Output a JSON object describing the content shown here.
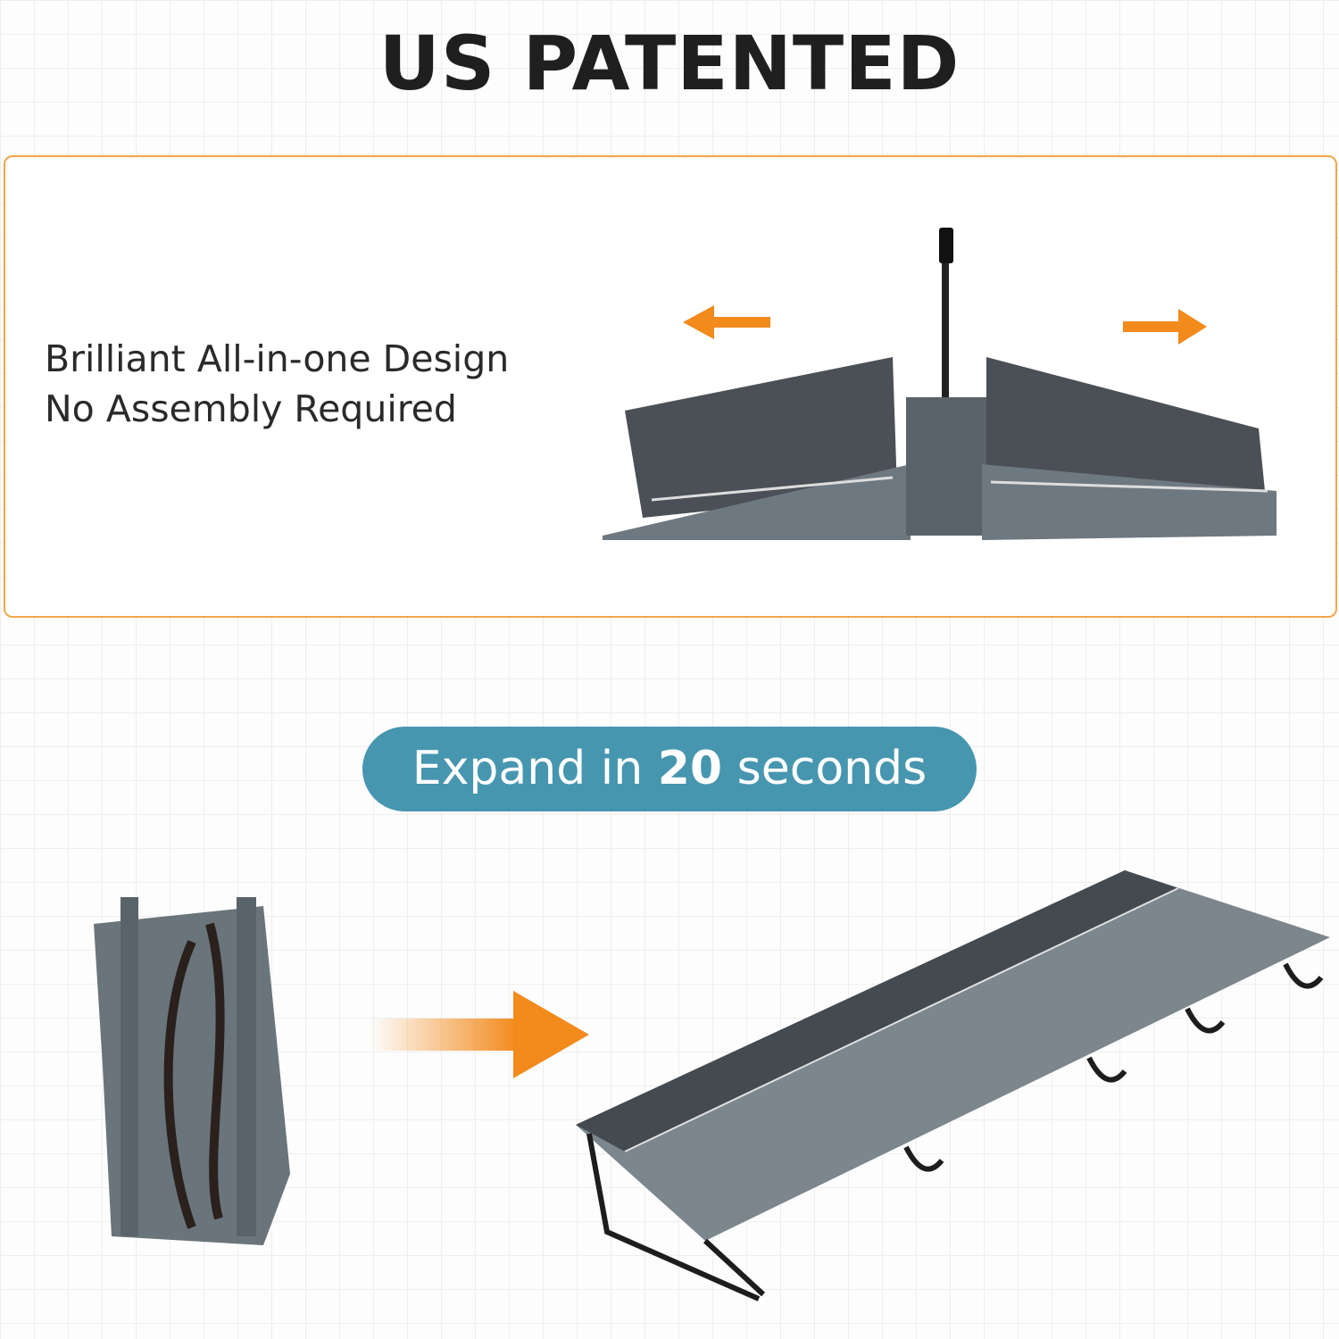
{
  "header": {
    "title": "US PATENTED"
  },
  "feature_panel": {
    "line1": "Brilliant All-in-one Design",
    "line2": "No Assembly Required"
  },
  "badge": {
    "prefix": "Expand in ",
    "number": "20",
    "suffix": " seconds"
  },
  "colors": {
    "accent_orange": "#f28a1c",
    "badge_teal": "#4796b0",
    "panel_border": "#f2a64a"
  }
}
